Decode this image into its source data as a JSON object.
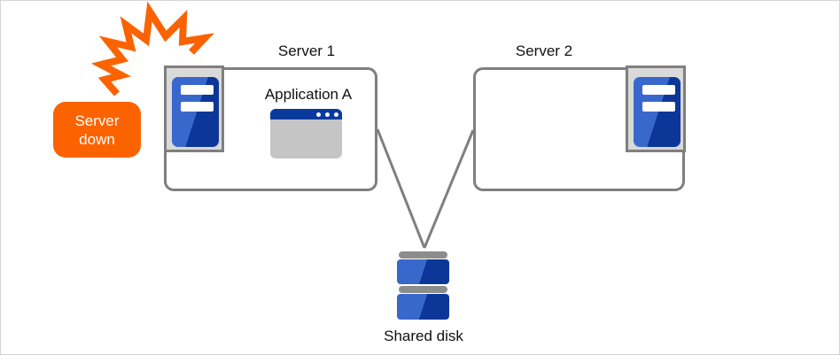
{
  "annotation": {
    "server_down": {
      "line1": "Server",
      "line2": "down"
    }
  },
  "servers": [
    {
      "label": "Server 1",
      "application": "Application A"
    },
    {
      "label": "Server 2"
    }
  ],
  "storage": {
    "label": "Shared disk"
  },
  "colors": {
    "alert_orange": "#fb6300",
    "tower_blue_light": "#3968cd",
    "tower_blue_dark": "#0c3799",
    "window_titlebar_blue": "#0b3a9e",
    "window_body_gray": "#c5c5c5",
    "border_gray": "#7f7f7f",
    "frame_fill_gray": "#d9d9d9",
    "disk_cap_gray": "#8c8c8c"
  },
  "icons": {
    "explosion": "explosion-burst-icon",
    "tower": "server-tower-icon",
    "window": "application-window-icon",
    "disk": "shared-disk-icon"
  }
}
